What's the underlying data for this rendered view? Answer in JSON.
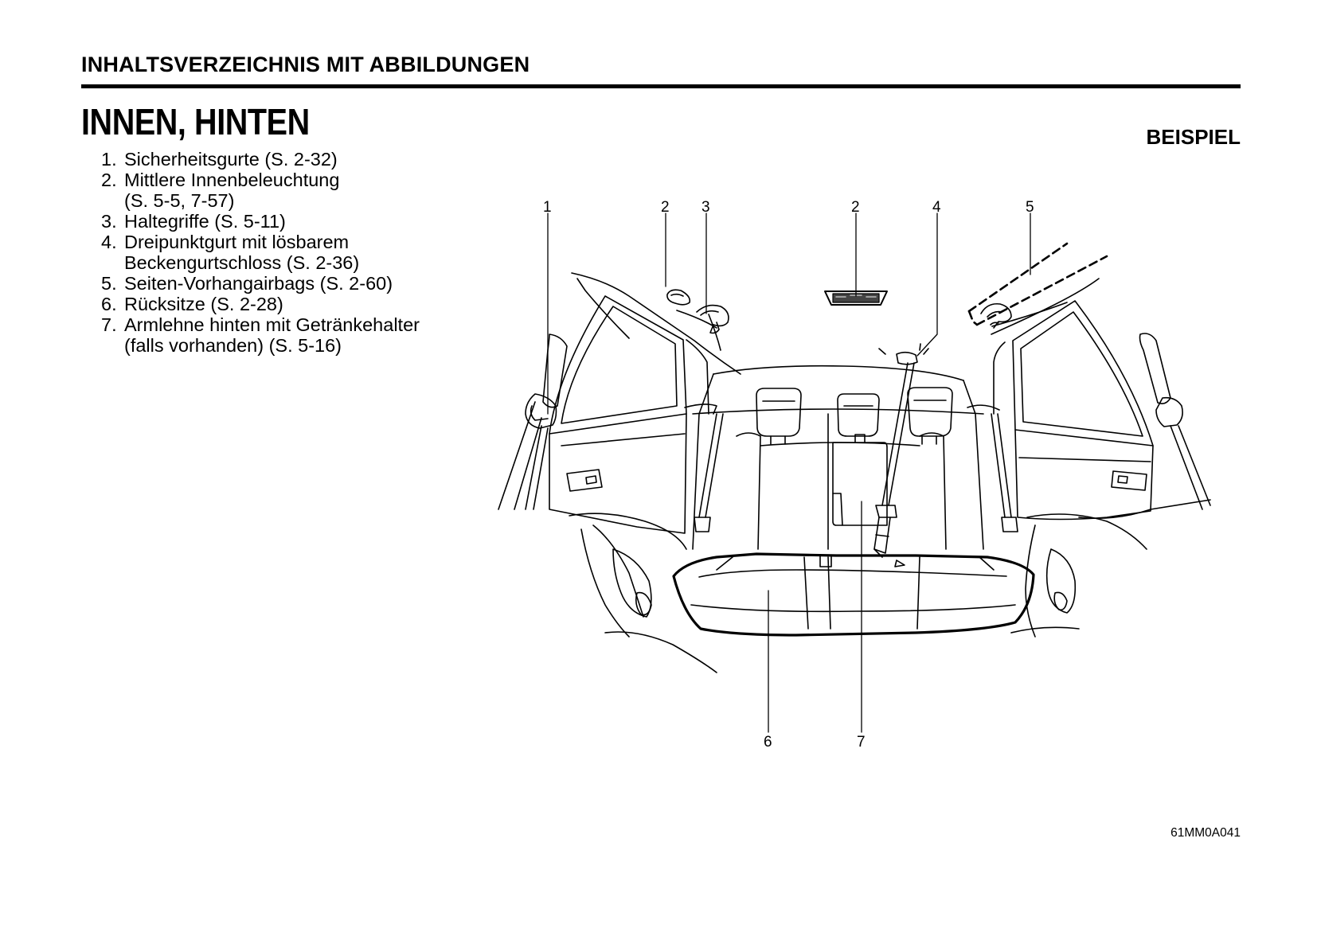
{
  "header": {
    "section_title": "INHALTSVERZEICHNIS MIT ABBILDUNGEN"
  },
  "page_title": "INNEN, HINTEN",
  "example_label": "BEISPIEL",
  "items": [
    {
      "num": "1.",
      "lines": [
        "Sicherheitsgurte (S. 2-32)"
      ]
    },
    {
      "num": "2.",
      "lines": [
        "Mittlere Innenbeleuchtung",
        "(S. 5-5, 7-57)"
      ]
    },
    {
      "num": "3.",
      "lines": [
        "Haltegriffe (S. 5-11)"
      ]
    },
    {
      "num": "4.",
      "lines": [
        "Dreipunktgurt mit lösbarem",
        "Beckengurtschloss (S. 2-36)"
      ]
    },
    {
      "num": "5.",
      "lines": [
        "Seiten-Vorhangairbags (S. 2-60)"
      ]
    },
    {
      "num": "6.",
      "lines": [
        "Rücksitze (S. 2-28)"
      ]
    },
    {
      "num": "7.",
      "lines": [
        "Armlehne hinten mit Getränkehalter",
        "(falls vorhanden) (S. 5-16)"
      ]
    }
  ],
  "callouts": {
    "c1": "1",
    "c2a": "2",
    "c3": "3",
    "c2b": "2",
    "c4": "4",
    "c5": "5",
    "c6": "6",
    "c7": "7"
  },
  "figure_code": "61MM0A041"
}
